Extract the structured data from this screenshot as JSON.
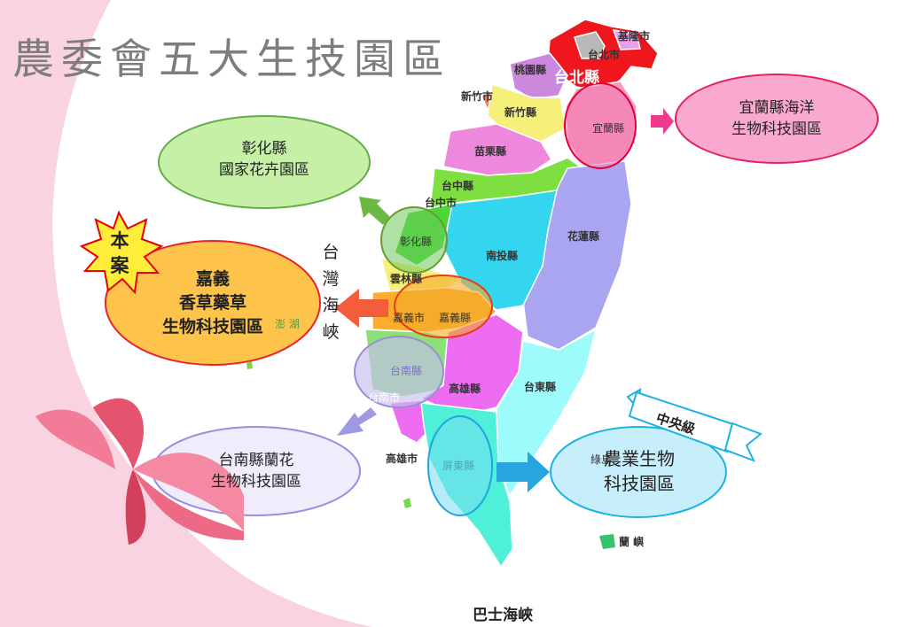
{
  "title": "農委會五大生技園區",
  "strait_label": [
    "台",
    "灣",
    "海",
    "峽"
  ],
  "bashi_label": "巴士海峽",
  "badge_text": [
    "本",
    "案"
  ],
  "ribbon_text": "中央級",
  "parks": {
    "changhua": [
      "彰化縣",
      "國家花卉園區"
    ],
    "chiayi": [
      "嘉義",
      "香草藥草",
      "生物科技園區"
    ],
    "tainan": [
      "台南縣蘭花",
      "生物科技園區"
    ],
    "yilan": [
      "宜蘭縣海洋",
      "生物科技園區"
    ],
    "central": [
      "農業生物",
      "科技園區"
    ]
  },
  "counties": {
    "keelung": "基隆市",
    "taipei_city": "台北市",
    "taipei_county": "台北縣",
    "taoyuan": "桃園縣",
    "hsinchu_city": "新竹市",
    "hsinchu_county": "新竹縣",
    "yilan": "宜蘭縣",
    "miaoli": "苗栗縣",
    "taichung_county": "台中縣",
    "taichung_city": "台中市",
    "changhua": "彰化縣",
    "hualien": "花蓮縣",
    "nantou": "南投縣",
    "yunlin": "雲林縣",
    "chiayi_city": "嘉義市",
    "chiayi_county": "嘉義縣",
    "tainan_county": "台南縣",
    "tainan_city": "台南市",
    "kaohsiung_county": "高雄縣",
    "taitung": "台東縣",
    "kaohsiung_city": "高雄市",
    "pingtung": "屏東縣",
    "green_island": "綠島",
    "lanyu": "蘭 嶼",
    "penghu": "澎 湖"
  }
}
